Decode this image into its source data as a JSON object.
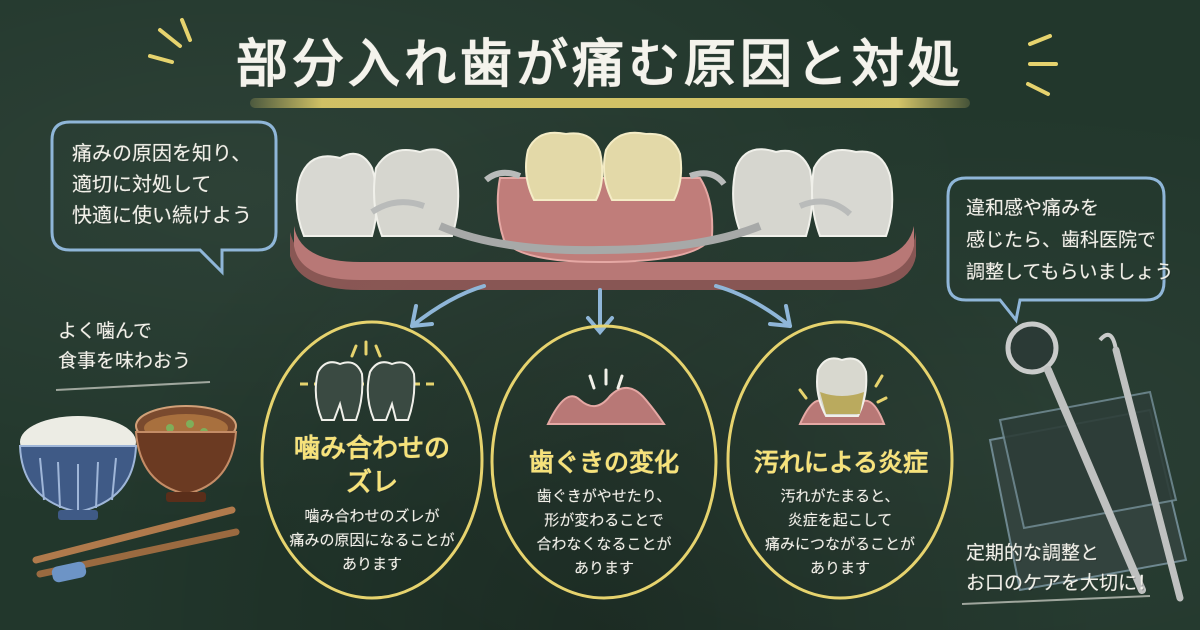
{
  "title": "部分入れ歯が痛む原因と対処",
  "bubble_left": {
    "lines": [
      "痛みの原因を知り、",
      "適切に対処して",
      "快適に使い続けよう"
    ]
  },
  "bubble_right": {
    "lines": [
      "違和感や痛みを",
      "感じたら、歯科医院で",
      "調整してもらいましょう"
    ]
  },
  "causes": [
    {
      "title_lines": [
        "噛み合わせの",
        "ズレ"
      ],
      "body_lines": [
        "噛み合わせのズレが",
        "痛みの原因になることが",
        "あります"
      ]
    },
    {
      "title_lines": [
        "歯ぐきの変化"
      ],
      "body_lines": [
        "歯ぐきがやせたり、",
        "形が変わることで",
        "合わなくなることが",
        "あります"
      ]
    },
    {
      "title_lines": [
        "汚れによる炎症"
      ],
      "body_lines": [
        "汚れがたまると、",
        "炎症を起こして",
        "痛みにつながることが",
        "あります"
      ]
    }
  ],
  "note_food": {
    "lines": [
      "よく噛んで",
      "食事を味わおう"
    ]
  },
  "note_care": {
    "lines": [
      "定期的な調整と",
      "お口のケアを大切に！"
    ]
  },
  "colors": {
    "board": "#22372c",
    "chalk_white": "#f1f0e8",
    "chalk_yellow": "#e6d36e",
    "chalk_blue": "#8fb6d8",
    "gum_pink": "#c98a86"
  }
}
